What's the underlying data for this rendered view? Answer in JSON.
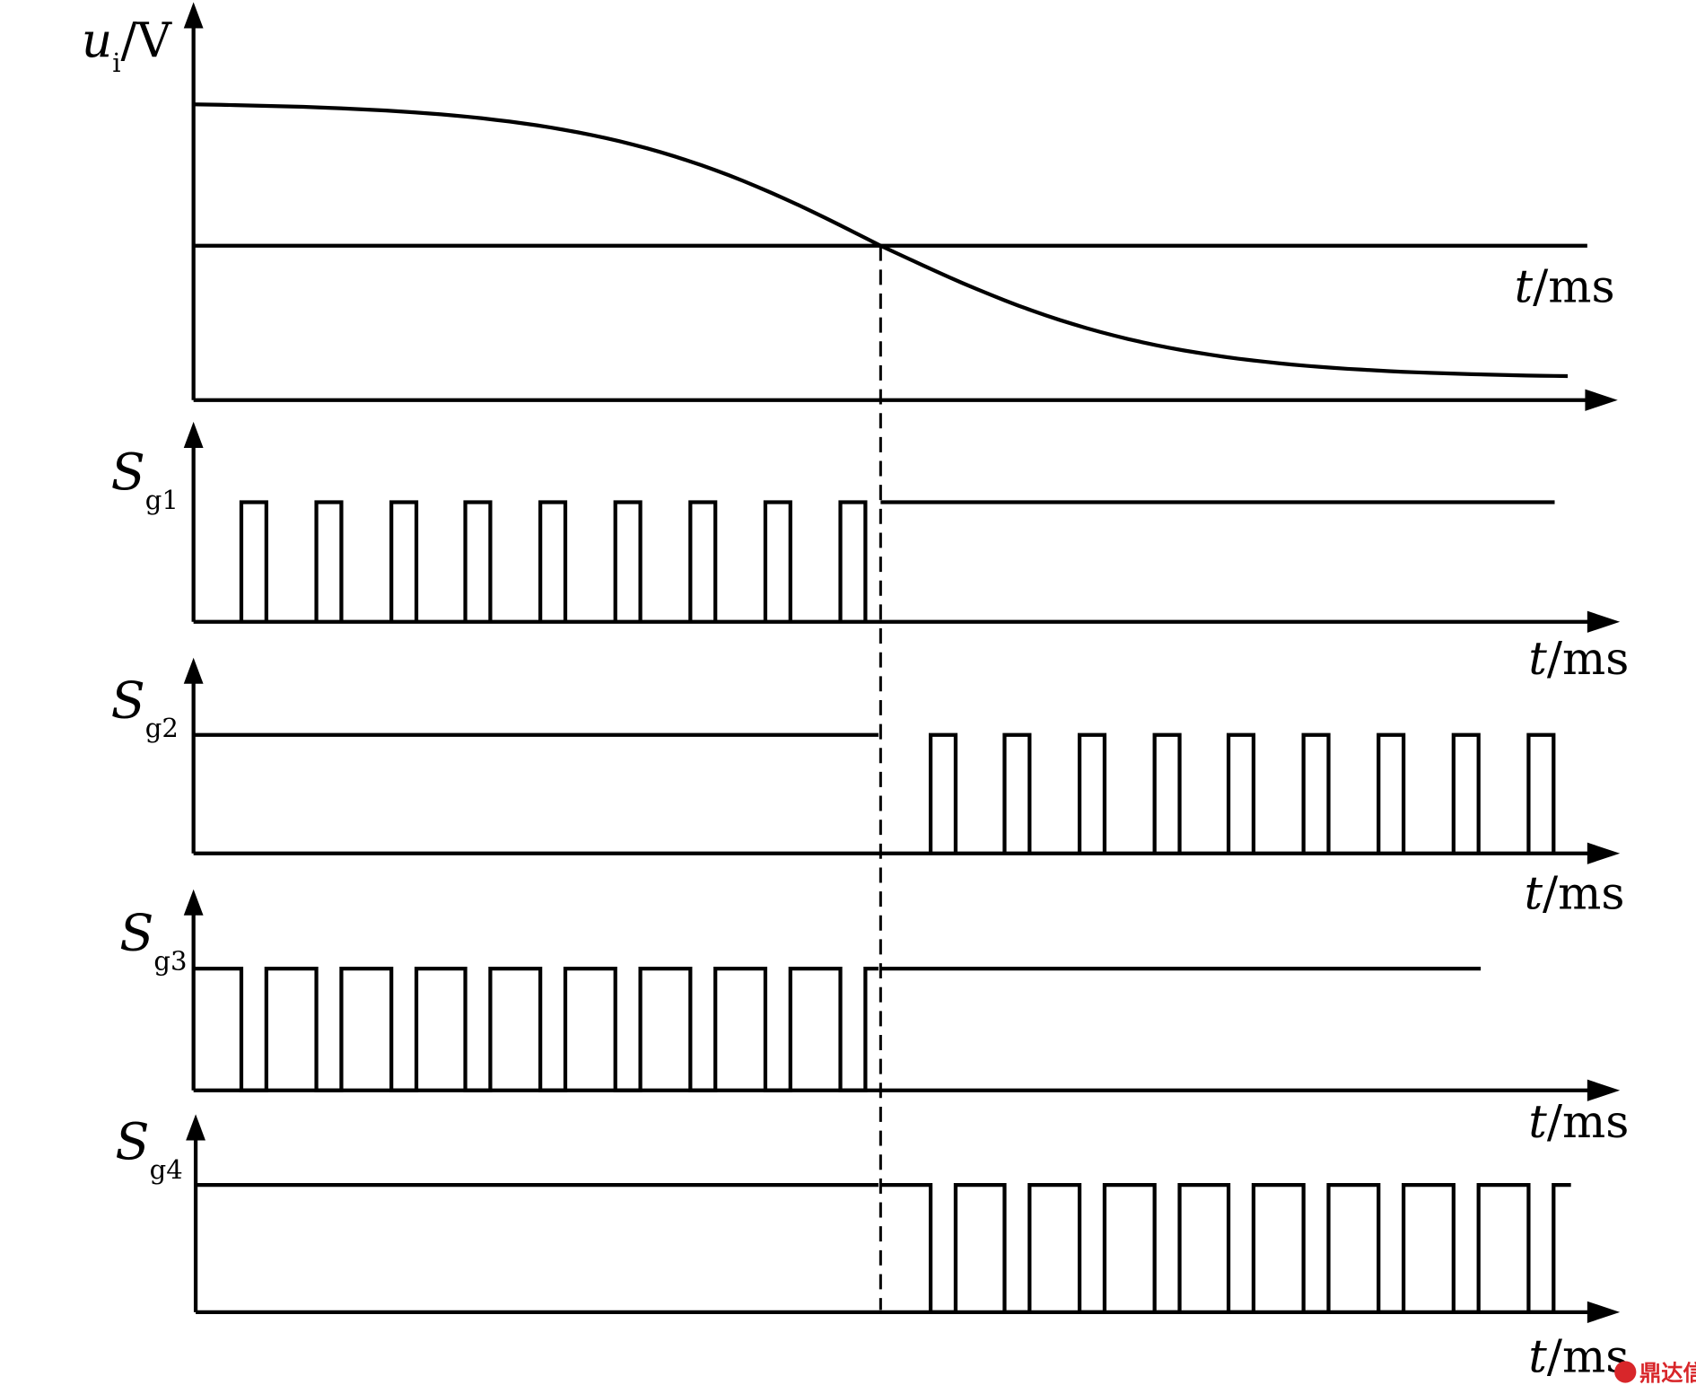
{
  "figure": {
    "panels": [
      {
        "id": "ui",
        "label_main": "u",
        "label_sub": "i",
        "label_unit": "/V",
        "x_label_var": "t",
        "x_label_unit": "/ms",
        "waveform": "sigmoid-decreasing"
      },
      {
        "id": "sg1",
        "label_main": "S",
        "label_sub": "g1",
        "x_label_var": "t",
        "x_label_unit": "/ms",
        "before_switch": {
          "mode": "pulses",
          "count": 9
        },
        "after_switch": {
          "mode": "high"
        }
      },
      {
        "id": "sg2",
        "label_main": "S",
        "label_sub": "g2",
        "x_label_var": "t",
        "x_label_unit": "/ms",
        "before_switch": {
          "mode": "high"
        },
        "after_switch": {
          "mode": "pulses",
          "count": 9
        }
      },
      {
        "id": "sg3",
        "label_main": "S",
        "label_sub": "g3",
        "x_label_var": "t",
        "x_label_unit": "/ms",
        "before_switch": {
          "mode": "inverted-pulses",
          "count": 9
        },
        "after_switch": {
          "mode": "high"
        }
      },
      {
        "id": "sg4",
        "label_main": "S",
        "label_sub": "g4",
        "x_label_var": "t",
        "x_label_unit": "/ms",
        "before_switch": {
          "mode": "high"
        },
        "after_switch": {
          "mode": "inverted-pulses",
          "count": 9
        }
      }
    ],
    "switch_marker": "zero-crossing",
    "line_color": "#000000"
  },
  "watermark": {
    "text": "鼎达信",
    "color": "#d8262a"
  }
}
